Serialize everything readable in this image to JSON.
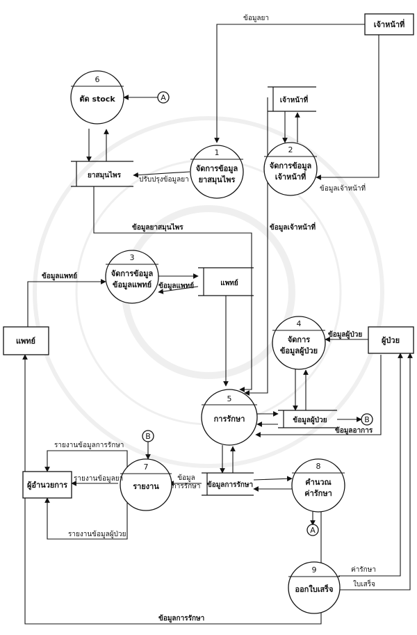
{
  "processes": {
    "p1": {
      "num": "1",
      "line1": "จัดการข้อมูล",
      "line2": "ยาสมุนไพร"
    },
    "p2": {
      "num": "2",
      "line1": "จัดการข้อมูล",
      "line2": "เจ้าหน้าที่"
    },
    "p3": {
      "num": "3",
      "line1": "จัดการข้อมูล",
      "line2": "ข้อมูลแพทย์"
    },
    "p4": {
      "num": "4",
      "line1": "จัดการ",
      "line2": "ข้อมูลผู้ป่วย"
    },
    "p5": {
      "num": "5",
      "line1": "การรักษา"
    },
    "p6": {
      "num": "6",
      "line1": "ตัด stock"
    },
    "p7": {
      "num": "7",
      "line1": "รายงาน"
    },
    "p8": {
      "num": "8",
      "line1": "คำนวณ",
      "line2": "ค่ารักษา"
    },
    "p9": {
      "num": "9",
      "line1": "ออกใบเสร็จ"
    }
  },
  "stores": {
    "herb": "ยาสมุนไพร",
    "staff": "เจ้าหน้าที่",
    "doctor": "แพทย์",
    "patient": "ข้อมูลผู้ป่วย",
    "treatment": "ข้อมูลการรักษา"
  },
  "entities": {
    "staff": "เจ้าหน้าที่",
    "doctor": "แพทย์",
    "patient": "ผู้ป่วย",
    "director": "ผู้อำนวยการ"
  },
  "connectors": {
    "a": "A",
    "b": "B"
  },
  "flows": {
    "drug_data": "ข้อมูลยา",
    "update_drug": "ปรับปรุงข้อมูลยา",
    "staff_data_in": "ข้อมูลเจ้าหน้าที่",
    "herb_data": "ข้อมูลยาสมุนไพร",
    "staff_data_out": "ข้อมูลเจ้าหน้าที่",
    "doctor_data_in": "ข้อมูลแพทย์",
    "doctor_data_ds": "ข้อมูลแพทย์",
    "patient_data": "ข้อมูลผู้ป่วย",
    "symptom": "ข้อมูลอาการ",
    "report_treatment": "รายงานข้อมูลการรักษา",
    "report_med": "รายงานข้อมูลยา",
    "report_patient": "รายงานข้อมูลผู้ป่วย",
    "treat_data_1": "ข้อมูล",
    "treat_data_2": "การรักษา",
    "fee": "ค่ารักษา",
    "receipt": "ใบเสร็จ",
    "treatment_bottom": "ข้อมูลการรักษา"
  }
}
